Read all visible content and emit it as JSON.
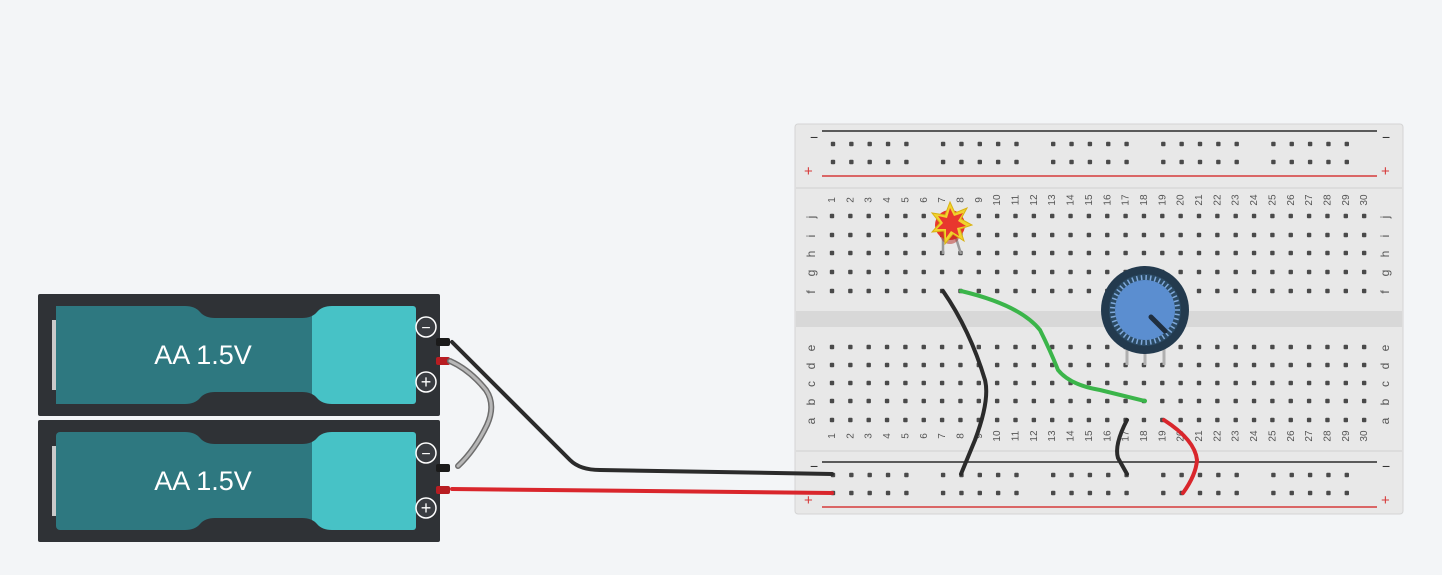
{
  "batteries": [
    {
      "label": "AA 1.5V",
      "minus_symbol": "−",
      "plus_symbol": "+"
    },
    {
      "label": "AA 1.5V",
      "minus_symbol": "−",
      "plus_symbol": "+"
    }
  ],
  "breadboard": {
    "columns": 30,
    "top_rows": [
      "j",
      "i",
      "h",
      "g",
      "f"
    ],
    "bottom_rows": [
      "e",
      "d",
      "c",
      "b",
      "a"
    ],
    "rail_minus": "−",
    "rail_plus": "+"
  },
  "components": {
    "led": {
      "state": "burned-out"
    },
    "potentiometer": {
      "knob": "dial"
    }
  },
  "colors": {
    "background": "#f3f5f7",
    "battery_body": "#2e7880",
    "battery_cap": "#47c2c6",
    "battery_holder": "#2f3236",
    "wire_black": "#2b2b2b",
    "wire_red": "#d9262c",
    "wire_green": "#3bb54a",
    "wire_gray": "#9a9a9a",
    "rail_red": "#d63a3a",
    "led_red": "#e8372e",
    "pot_blue": "#5b8ed0"
  }
}
